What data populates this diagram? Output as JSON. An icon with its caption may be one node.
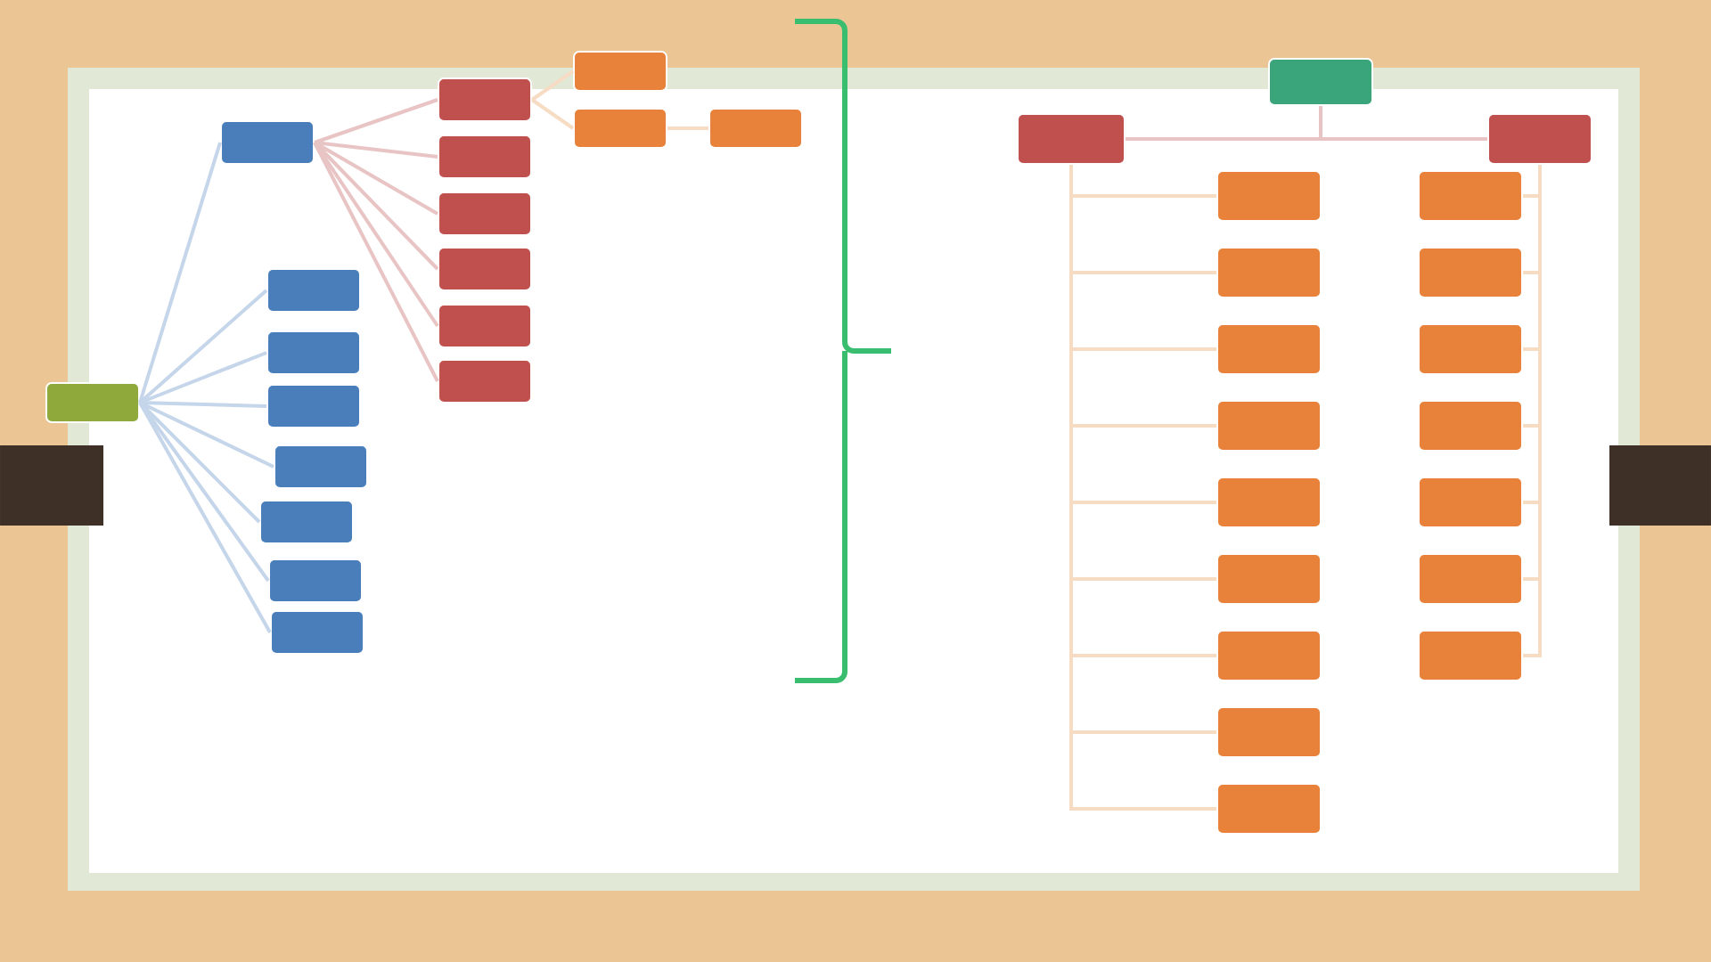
{
  "diagram": {
    "nodes": [
      {
        "text": [],
        "shape": "box"
      },
      {
        "text": [],
        "shape": "box"
      },
      {
        "text": [],
        "shape": "box"
      },
      {
        "text": [],
        "shape": "box"
      },
      {
        "text": [],
        "shape": "box"
      },
      {
        "text": [],
        "shape": "box"
      },
      {
        "text": [],
        "shape": "box"
      },
      {
        "text": [],
        "shape": "box"
      },
      {
        "text": [],
        "shape": "box"
      },
      {
        "text": [],
        "shape": "box"
      },
      {
        "text": [],
        "shape": "box"
      },
      {
        "text": [],
        "shape": "box"
      },
      {
        "text": [],
        "shape": "box"
      },
      {
        "text": [],
        "shape": "box"
      },
      {
        "text": [],
        "shape": "box"
      },
      {
        "text": [],
        "shape": "box"
      },
      {
        "text": [],
        "shape": "box"
      },
      {
        "text": [],
        "shape": "box"
      },
      {
        "text": [],
        "shape": "box"
      },
      {
        "text": [],
        "shape": "box"
      },
      {
        "text": [],
        "shape": "box"
      },
      {
        "text": [],
        "shape": "box"
      },
      {
        "text": [],
        "shape": "box"
      },
      {
        "text": [],
        "shape": "box"
      },
      {
        "text": [],
        "shape": "box"
      },
      {
        "text": [],
        "shape": "box"
      },
      {
        "text": [],
        "shape": "box"
      },
      {
        "text": [],
        "shape": "box"
      },
      {
        "text": [],
        "shape": "box"
      },
      {
        "text": [],
        "shape": "box"
      },
      {
        "text": [],
        "shape": "box"
      },
      {
        "text": [],
        "shape": "box"
      },
      {
        "text": [],
        "shape": "box"
      },
      {
        "text": [],
        "shape": "box"
      },
      {
        "text": [],
        "shape": "box"
      },
      {
        "text": [],
        "shape": "box"
      },
      {
        "text": [],
        "shape": "box"
      }
    ],
    "edges": [
      {
        "from": 0,
        "to": 1,
        "arrow": "none",
        "color": "#c5d5ea"
      },
      {
        "from": 0,
        "to": 2,
        "arrow": "none",
        "color": "#c5d5ea"
      },
      {
        "from": 0,
        "to": 3,
        "arrow": "none",
        "color": "#c5d5ea"
      },
      {
        "from": 0,
        "to": 4,
        "arrow": "none",
        "color": "#c5d5ea"
      },
      {
        "from": 0,
        "to": 5,
        "arrow": "none",
        "color": "#c5d5ea"
      },
      {
        "from": 0,
        "to": 6,
        "arrow": "none",
        "color": "#c5d5ea"
      },
      {
        "from": 0,
        "to": 7,
        "arrow": "none",
        "color": "#c5d5ea"
      },
      {
        "from": 0,
        "to": 8,
        "arrow": "none",
        "color": "#c5d5ea"
      },
      {
        "from": 1,
        "to": 9,
        "arrow": "none",
        "color": "#e8c4c4"
      },
      {
        "from": 1,
        "to": 10,
        "arrow": "none",
        "color": "#e8c4c4"
      },
      {
        "from": 1,
        "to": 11,
        "arrow": "none",
        "color": "#e8c4c4"
      },
      {
        "from": 1,
        "to": 12,
        "arrow": "none",
        "color": "#e8c4c4"
      },
      {
        "from": 1,
        "to": 13,
        "arrow": "none",
        "color": "#e8c4c4"
      },
      {
        "from": 1,
        "to": 14,
        "arrow": "none",
        "color": "#e8c4c4"
      },
      {
        "from": 9,
        "to": 15,
        "arrow": "none"
      },
      {
        "from": 9,
        "to": 16,
        "arrow": "none"
      },
      {
        "from": 16,
        "to": 17,
        "arrow": "none"
      },
      {
        "from": 18,
        "to": 19,
        "arrow": "none",
        "color": "#e8c4c4"
      },
      {
        "from": 18,
        "to": 20,
        "arrow": "none",
        "color": "#e8c4c4"
      },
      {
        "from": 19,
        "to": 21,
        "arrow": "none"
      },
      {
        "from": 19,
        "to": 22,
        "arrow": "none"
      },
      {
        "from": 19,
        "to": 23,
        "arrow": "none"
      },
      {
        "from": 19,
        "to": 24,
        "arrow": "none"
      },
      {
        "from": 19,
        "to": 25,
        "arrow": "none"
      },
      {
        "from": 19,
        "to": 26,
        "arrow": "none"
      },
      {
        "from": 19,
        "to": 27,
        "arrow": "none"
      },
      {
        "from": 19,
        "to": 28,
        "arrow": "none"
      },
      {
        "from": 19,
        "to": 29,
        "arrow": "none"
      },
      {
        "from": 20,
        "to": 30,
        "arrow": "none"
      },
      {
        "from": 20,
        "to": 31,
        "arrow": "none"
      },
      {
        "from": 20,
        "to": 32,
        "arrow": "none"
      },
      {
        "from": 20,
        "to": 33,
        "arrow": "none"
      },
      {
        "from": 20,
        "to": 34,
        "arrow": "none"
      },
      {
        "from": 20,
        "to": 35,
        "arrow": "none"
      },
      {
        "from": 20,
        "to": 36,
        "arrow": "none"
      }
    ]
  }
}
